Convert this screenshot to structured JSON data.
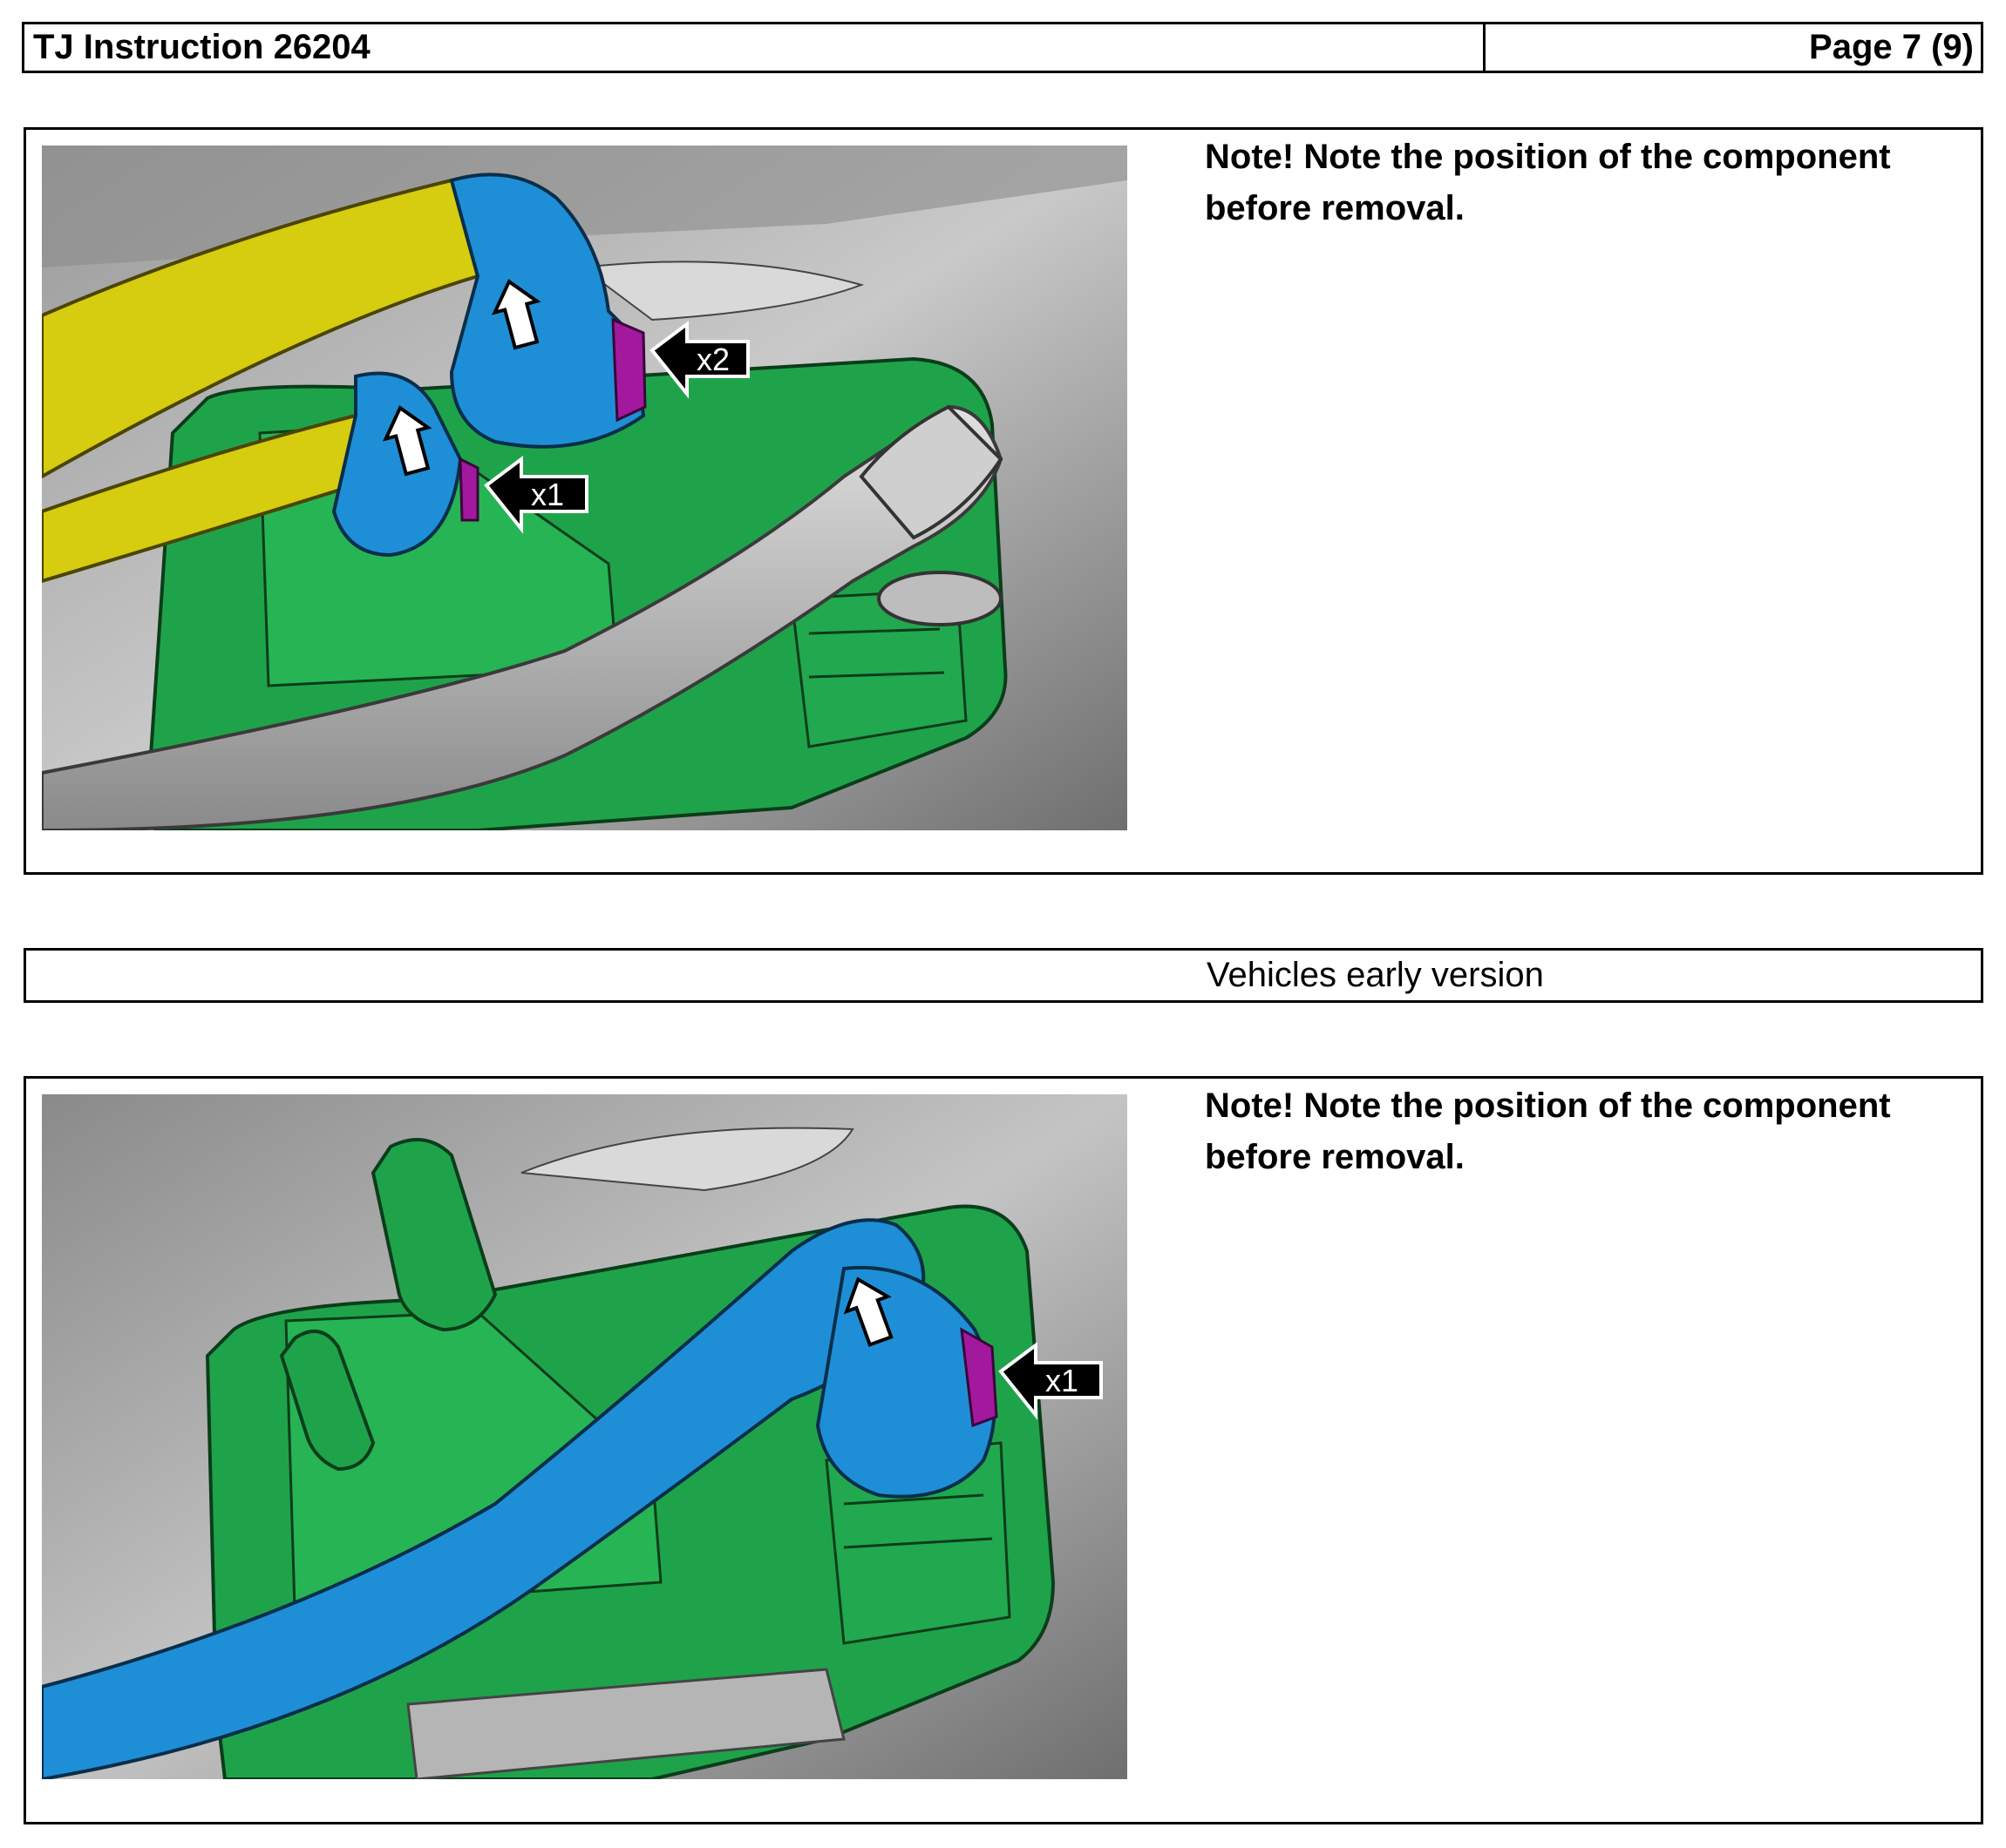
{
  "header": {
    "doc_title": "TJ Instruction 26204",
    "page_label": "Page 7 (9)"
  },
  "steps": [
    {
      "note": "Note!  Note the position of the component before removal.",
      "callouts": [
        "x2",
        "x1"
      ]
    },
    {
      "note": "Note!  Note the position of the component before removal.",
      "callouts": [
        "x1"
      ]
    }
  ],
  "variant_label": "Vehicles early version",
  "colors": {
    "tank": "#1fa34a",
    "hose_blue": "#1e8fd6",
    "hose_yellow": "#d6cc10",
    "hose_grey": "#a9a9a9",
    "clip_magenta": "#a3199e",
    "background": "#8f8f8f"
  }
}
